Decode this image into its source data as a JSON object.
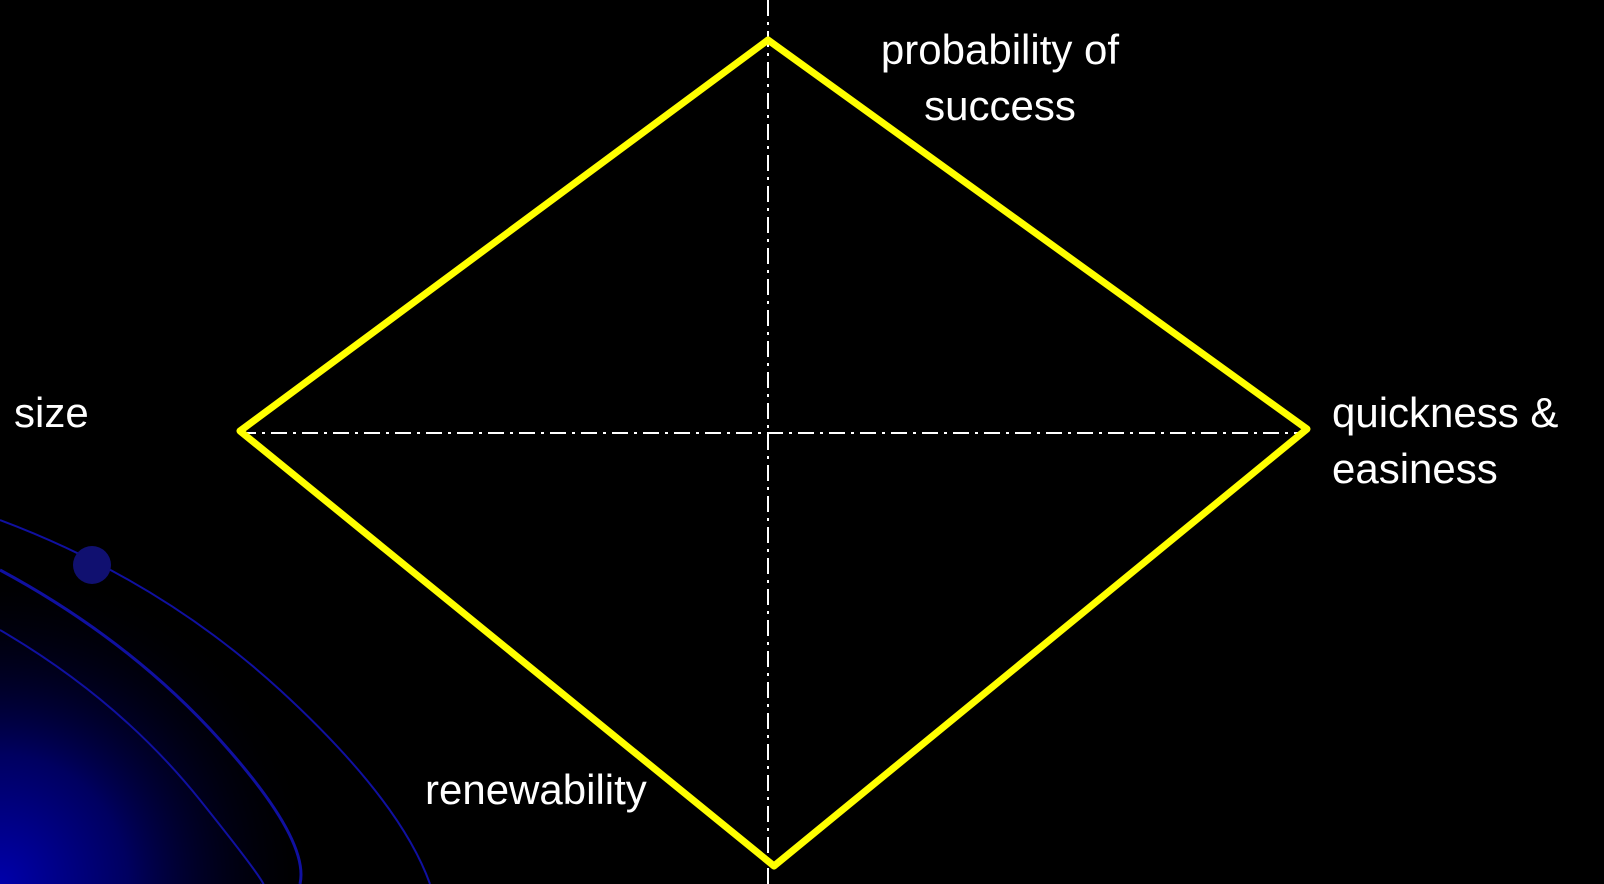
{
  "diagram": {
    "labels": {
      "top": [
        "probability of",
        "success"
      ],
      "left": [
        "size"
      ],
      "right": [
        "quickness &",
        "easiness"
      ],
      "bottom": [
        "renewability"
      ]
    },
    "colors": {
      "background": "#000000",
      "diamond": "#ffff00",
      "axes": "#ffffff",
      "text": "#ffffff",
      "decoration": "#1010a0"
    }
  }
}
